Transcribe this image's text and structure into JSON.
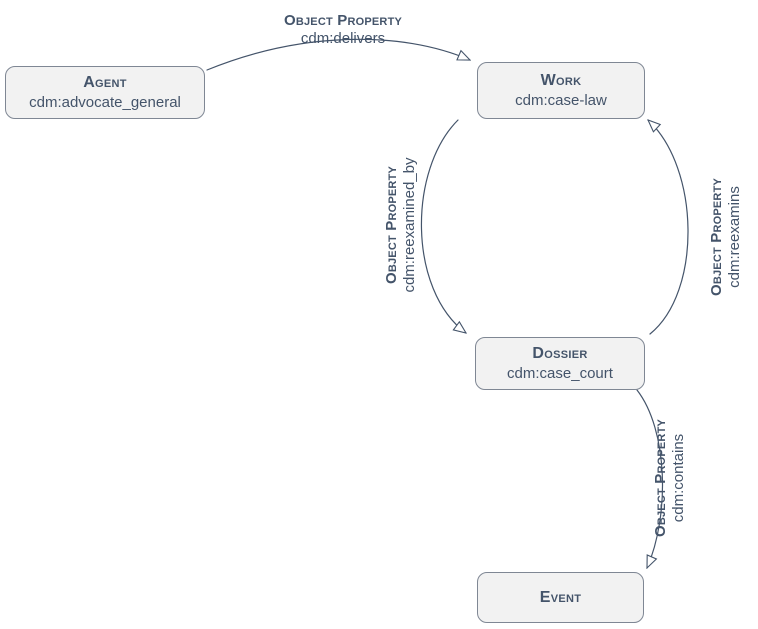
{
  "nodes": {
    "agent": {
      "title": "Agent",
      "subtitle": "cdm:advocate_general"
    },
    "work": {
      "title": "Work",
      "subtitle": "cdm:case-law"
    },
    "dossier": {
      "title": "Dossier",
      "subtitle": "cdm:case_court"
    },
    "event": {
      "title": "Event"
    }
  },
  "edges": {
    "delivers": {
      "label": "Object Property",
      "property": "cdm:delivers"
    },
    "reexamined_by": {
      "label": "Object Property",
      "property": "cdm:reexamined_by"
    },
    "reexamins": {
      "label": "Object Property",
      "property": "cdm:reexamins"
    },
    "contains": {
      "label": "Object Property",
      "property": "cdm:contains"
    }
  },
  "colors": {
    "node_fill": "#f2f2f2",
    "node_border": "#7f8794",
    "text": "#44546a",
    "edge": "#44546a",
    "background": "#ffffff"
  }
}
